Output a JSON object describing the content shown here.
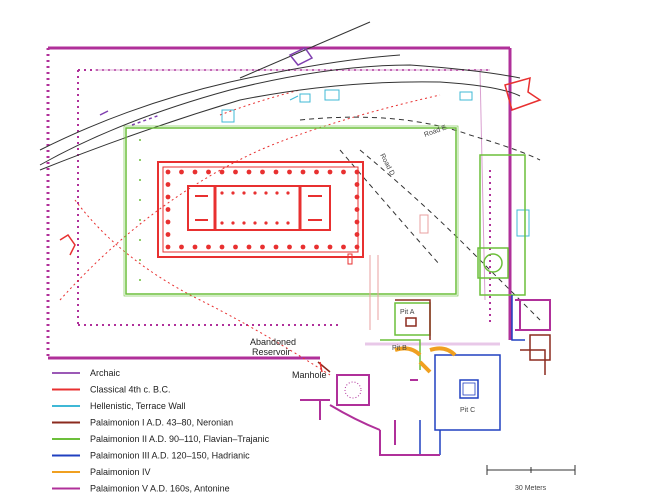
{
  "labels": {
    "road_e": "Road E",
    "road_d": "Road D",
    "abandoned_reservoir": "Abandoned\nReservoir",
    "manhole": "Manhole",
    "pit_a": "Pit A",
    "pit_b": "Pit B",
    "pit_c": "Pit C"
  },
  "scale_bar": {
    "label": "30 Meters"
  },
  "legend": [
    {
      "label": "Archaic",
      "color": "#9b59b6"
    },
    {
      "label": "Classical 4th c. B.C.",
      "color": "#e83030"
    },
    {
      "label": "Hellenistic, Terrace Wall",
      "color": "#3fb8d6"
    },
    {
      "label": "Palaimonion I  A.D. 43–80, Neronian",
      "color": "#8b2a1e"
    },
    {
      "label": "Palaimonion II  A.D. 90–110, Flavian–Trajanic",
      "color": "#6cbf3a"
    },
    {
      "label": "Palaimonion III  A.D. 120–150, Hadrianic",
      "color": "#2040c0"
    },
    {
      "label": "Palaimonion IV",
      "color": "#f0a020"
    },
    {
      "label": "Palaimonion V  A.D. 160s, Antonine",
      "color": "#b0309a"
    }
  ],
  "colors": {
    "archaic": "#9b59b6",
    "classical": "#e83030",
    "hellenistic": "#3fb8d6",
    "pal1": "#8b2a1e",
    "pal2": "#6cbf3a",
    "pal3": "#2040c0",
    "pal4": "#f0a020",
    "pal5": "#b0309a",
    "modern": "#333333"
  }
}
